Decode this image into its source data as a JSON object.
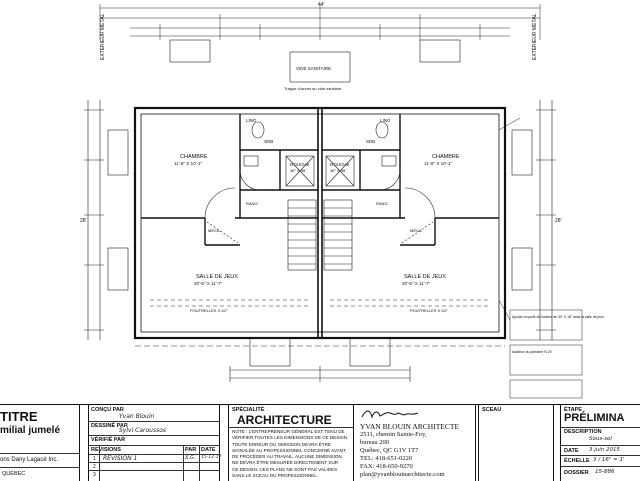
{
  "plan": {
    "top_labels": {
      "exterior_wall": "EXTÉRIEUR MÉTAL",
      "vide_sanitaire": "VIDE SANITAIRE",
      "note_top": "Trappe d'accès au vide sanitaire",
      "dimension_total": "44'"
    },
    "rooms_left": {
      "chambre": "CHAMBRE",
      "chambre_dim": "11'-8\" X 10'-1\"",
      "salle_de_jeux": "SALLE DE JEUX",
      "salle_de_jeux_dim": "20'-6\" X 11'-7\"",
      "sdb": "SDB",
      "douche": "DOUCHE",
      "douche_dim": "36\" X 36\"",
      "lingerie": "LING",
      "rangement": "RANG.",
      "mecanique": "MÉCA.",
      "poutrelle": "POUTRELLES 9 1/2\""
    },
    "rooms_right": {
      "chambre": "CHAMBRE",
      "chambre_dim": "11'-8\" X 10'-1\"",
      "salle_de_jeux": "SALLE DE JEUX",
      "salle_de_jeux_dim": "20'-6\" X 11'-7\"",
      "sdb": "SDB",
      "douche": "DOUCHE",
      "douche_dim": "36\" X 36\"",
      "lingerie": "LING",
      "rangement": "RANG.",
      "mecanique": "MÉCA.",
      "poutrelle": "POUTRELLES 9 1/2\""
    },
    "side_dims": {
      "left": "28'",
      "right": "28'"
    },
    "notes_right": "Ajouter un puits de lumière de 30\" X 18\" dans la salle de jeux",
    "notes_right_2": "Isolation du plancher R-20"
  },
  "titleblock": {
    "title_partial": "TITRE",
    "subtitle_partial": "milial jumelé",
    "client_partial": "ons Dany Lagacé Inc.",
    "location_partial": "QUÉBEC",
    "concu_par_label": "CONÇU PAR",
    "concu_par_value": "Yvan Blouin",
    "dessine_par_label": "DESSINÉ PAR",
    "dessine_par_value": "Sylvi Caroussos",
    "verifie_par_label": "VÉRIFIÉ PAR",
    "verifie_par_value": "",
    "revisions_label": "REVISIONS",
    "par_label": "PAR",
    "date_label": "DATE",
    "revision_1": "RÉVISION 1",
    "revision_1_by": "X.G.",
    "revision_1_date": "15-12-17",
    "specialite_label": "SPÉCIALITÉ",
    "specialite_value": "ARCHITECTURE",
    "note_lines": [
      "NOTE : L'ENTREPRENEUR GÉNÉRAL EST TENU DE",
      "VÉRIFIER TOUTES LES DIMENSIONS DE CE DESSIN.",
      "TOUTE ERREUR OU OMISSION DEVRA ÊTRE",
      "SIGNALÉE AU PROFESSIONNEL CONCERNÉ AVANT",
      "DE PROCÉDER AU TRAVAIL. AUCUNE DIMENSION",
      "NE DEVRA ÊTRE MESURÉE DIRECTEMENT SUR",
      "CE DESSIN. CES PLANS NE SONT PAS VALIDES",
      "SANS LE SCEAU DU PROFESSIONNEL."
    ],
    "firm_name": "YVAN BLOUIN ARCHITECTE",
    "firm_address_1": "2511, chemin Sainte-Foy,",
    "firm_address_2": "bureau 200",
    "firm_address_3": "Québec, QC G1V 1T7",
    "firm_tel": "TEL: 418-651-0220",
    "firm_fax": "FAX: 418-650-9270",
    "firm_email": "plan@yvanblouinarchitecte.com",
    "sceau_label": "SCEAU",
    "etape_label": "ÉTAPE",
    "etape_value_partial": "PRÉLIMINA",
    "description_label": "DESCRIPTION",
    "description_value": "Sous-sol",
    "date_label_2": "DATE",
    "date_value": "3 juin 2015",
    "echelle_label": "ÉCHELLE",
    "echelle_value": "3 / 16\" = 1'",
    "dossier_label": "DOSSIER",
    "dossier_value": "15-886"
  }
}
